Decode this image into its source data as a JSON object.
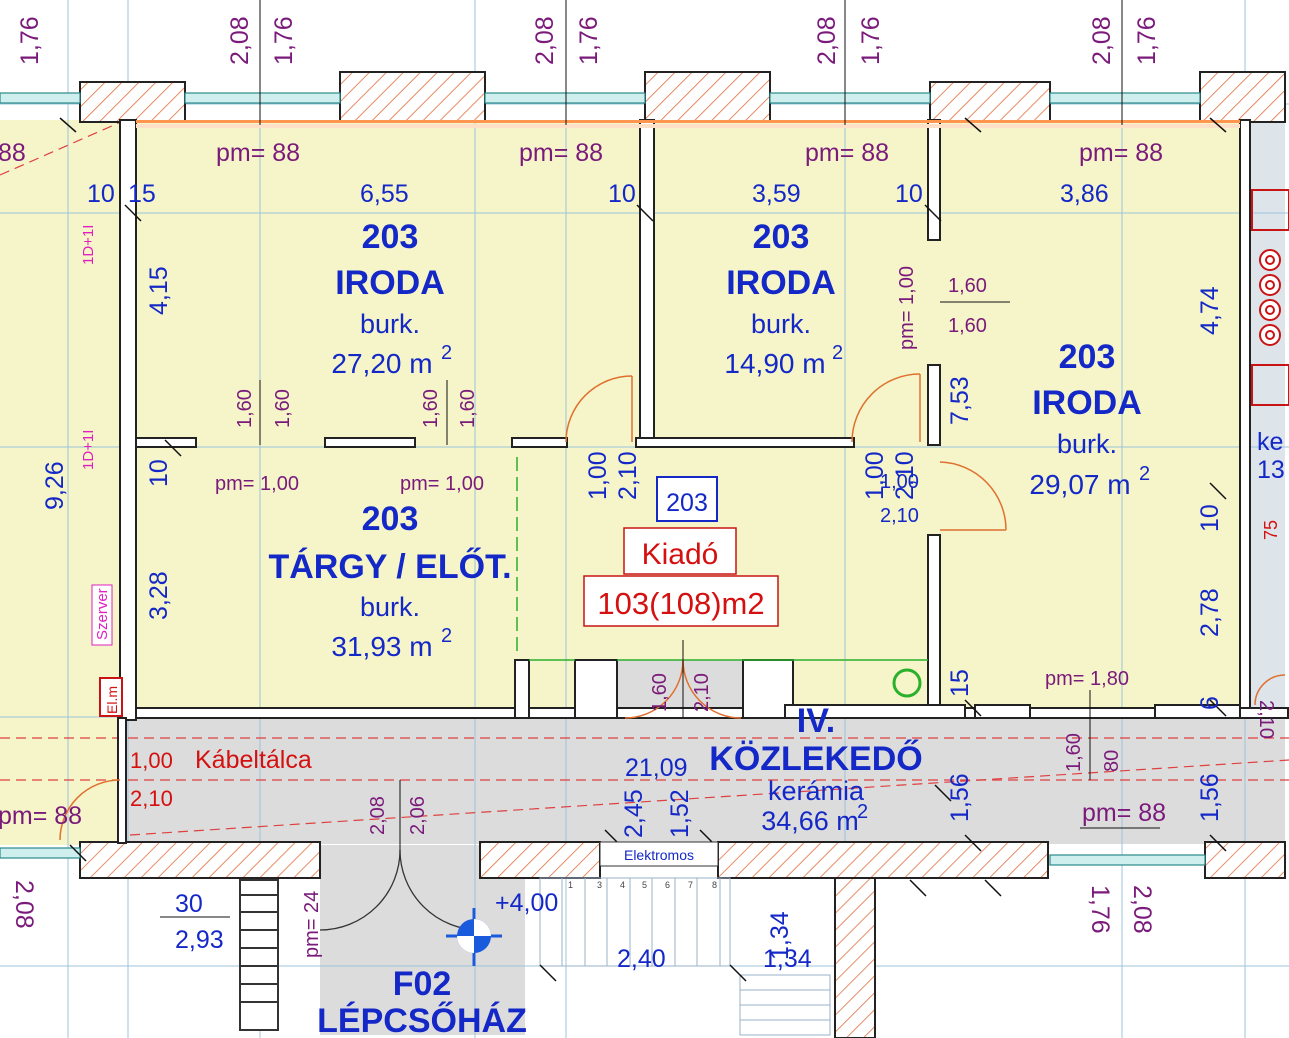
{
  "rooms": {
    "iroda1": {
      "number": "203",
      "name": "IRODA",
      "finish": "burk.",
      "area": "27,20 m"
    },
    "iroda2": {
      "number": "203",
      "name": "IRODA",
      "finish": "burk.",
      "area": "14,90 m"
    },
    "iroda3": {
      "number": "203",
      "name": "IRODA",
      "finish": "burk.",
      "area": "29,07 m"
    },
    "targy": {
      "number": "203",
      "name": "TÁRGY / ELŐT.",
      "finish": "burk.",
      "area": "31,93 m"
    },
    "kozlekedo": {
      "number": "IV.",
      "name": "KÖZLEKEDŐ",
      "finish": "kerámia",
      "area": "34,66 m"
    },
    "lepcsohaz": {
      "number": "F02",
      "name": "LÉPCSŐHÁZ"
    },
    "area_unit_sup": "2"
  },
  "unit_tag": {
    "number": "203",
    "status": "Kiadó",
    "area": "103(108)m2"
  },
  "labels": {
    "kabeltalca": "Kábeltálca",
    "elektromos": "Elektromos",
    "szerver": "Szerver",
    "elm": "El.m",
    "d1": "1D+1I",
    "d2": "1D+1I",
    "level": "+4,00",
    "partial_ke": "ke",
    "partial_13": "13",
    "partial_75": "75",
    "partial_88": "88"
  },
  "dims_top": [
    "1,76",
    "2,08",
    "1,76",
    "2,08",
    "1,76",
    "2,08",
    "1,76",
    "2,08",
    "1,76"
  ],
  "pm_top": [
    "pm= 88",
    "pm= 88",
    "pm= 88",
    "pm= 88"
  ],
  "dims": {
    "w_6_55": "6,55",
    "w_3_59": "3,59",
    "w_3_86": "3,86",
    "d_10a": "10",
    "d_15a": "15",
    "d_10b": "10",
    "d_10c": "10",
    "h_4_15": "4,15",
    "h_4_74": "4,74",
    "h_9_26": "9,26",
    "h_7_53": "7,53",
    "h_3_28": "3,28",
    "h_2_78": "2,78",
    "h_10l": "10",
    "h_10r": "10",
    "h_15": "15",
    "h_6": "6",
    "h_1_56a": "1,56",
    "h_1_56b": "1,56",
    "total": "21,09",
    "win_160": "1,60",
    "door_100": "1,00",
    "door_210": "2,10",
    "pm_100": "pm= 1,00",
    "pm_180": "pm= 1,80",
    "pm_88": "pm= 88",
    "pm_24": "pm= 24",
    "pm_v100": "pm= 1,00",
    "d_245": "2,45",
    "d_152": "1,52",
    "d_208": "2,08",
    "d_206": "2,06",
    "d_30": "30",
    "d_293": "2,93",
    "d_240": "2,40",
    "d_134": "1,34",
    "d_80": "80",
    "d_210r": "2,10"
  },
  "colors": {
    "room_fill": "#f5f5c9",
    "corridor_fill": "#dcdcdc",
    "text_blue": "#1428c8",
    "text_purple": "#7a1a7a",
    "text_red": "#d41010",
    "hatch": "#e07040"
  }
}
